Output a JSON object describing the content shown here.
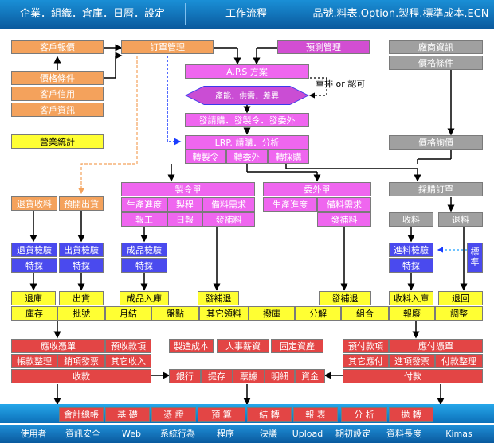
{
  "header": {
    "left": "企業．組織．倉庫．日曆．設定",
    "center": "工作流程",
    "right": "品號.料表.Option.製程.標準成本.ECN"
  },
  "sales": {
    "quote": "客戶報價",
    "price_terms": "價格條件",
    "credit": "客戶信用",
    "info": "客戶資訊",
    "stats": "營業統計"
  },
  "order_mgmt": "訂單管理",
  "forecast": "預測管理",
  "aps": {
    "plan": "A.P.S 方案",
    "diamond": "產能．供需．差異",
    "reschedule": "重排 or 認可",
    "issue": "發請購．發製令．發委外",
    "lrp": "LRP. 請購．分析",
    "to_mo": "轉製令",
    "to_sub": "轉委外",
    "to_pr": "轉採購"
  },
  "supplier": {
    "info": "廠商資訊",
    "price_terms": "價格條件",
    "inquiry": "價格詢價",
    "po": "採購訂單",
    "receive": "收料",
    "return": "退料",
    "incoming_inspect": "進料檢驗",
    "special": "特採",
    "standard": "標準"
  },
  "manufacture": {
    "title": "製令單",
    "progress": "生產進度",
    "routing": "製程",
    "material_req": "備料需求",
    "report": "報工",
    "daily": "日報",
    "supply": "發補料"
  },
  "subcontract": {
    "title": "委外單",
    "progress": "生產進度",
    "material_req": "備料需求",
    "supply": "發補料"
  },
  "returns": {
    "return_receive": "退貨收料",
    "pre_ship": "預開出貨",
    "return_inspect": "退貨檢驗",
    "ship_inspect": "出貨檢驗",
    "special1": "特採",
    "special2": "特採",
    "product_inspect": "成品檢驗",
    "special3": "特採"
  },
  "inventory_row1": {
    "return_in": "退庫",
    "ship": "出貨",
    "finished_in": "成品入庫",
    "supply_return1": "發補退",
    "supply_return2": "發補退",
    "receive_in": "收料入庫",
    "return_back": "退回"
  },
  "inventory_row2": {
    "stock": "庫存",
    "batch": "批號",
    "monthly": "月結",
    "count": "盤點",
    "other_issue": "其它領料",
    "transfer": "撥庫",
    "disassemble": "分解",
    "assemble": "組合",
    "scrap": "報廢",
    "adjust": "調整"
  },
  "ar": {
    "voucher": "應收憑單",
    "prepaid": "預收款項",
    "account": "帳款整理",
    "invoice": "銷項發票",
    "other_income": "其它收入",
    "collect": "收款"
  },
  "middle_fin": {
    "mfg_cost": "製造成本",
    "payroll": "人事薪資",
    "fixed_asset": "固定資產",
    "bank": "銀行",
    "withdraw": "提存",
    "note": "票據",
    "detail": "明細",
    "fund": "資金"
  },
  "ap": {
    "prepay": "預付款項",
    "voucher": "應付憑單",
    "other_pay": "其它應付",
    "input_invoice": "進項發票",
    "account": "付款整理",
    "pay": "付款"
  },
  "accounting": {
    "ledger": "會計總帳",
    "basic": "基 礎",
    "voucher": "憑 證",
    "budget": "預 算",
    "close": "結 轉",
    "report": "報 表",
    "analysis": "分 析",
    "cast": "拋 轉"
  },
  "footer": {
    "user": "使用者",
    "security": "資訊安全",
    "web": "Web",
    "behavior": "系統行為",
    "program": "程序",
    "decision": "決議",
    "upload": "Upload",
    "init": "期初設定",
    "length": "資料長度",
    "brand": "Kimas"
  }
}
